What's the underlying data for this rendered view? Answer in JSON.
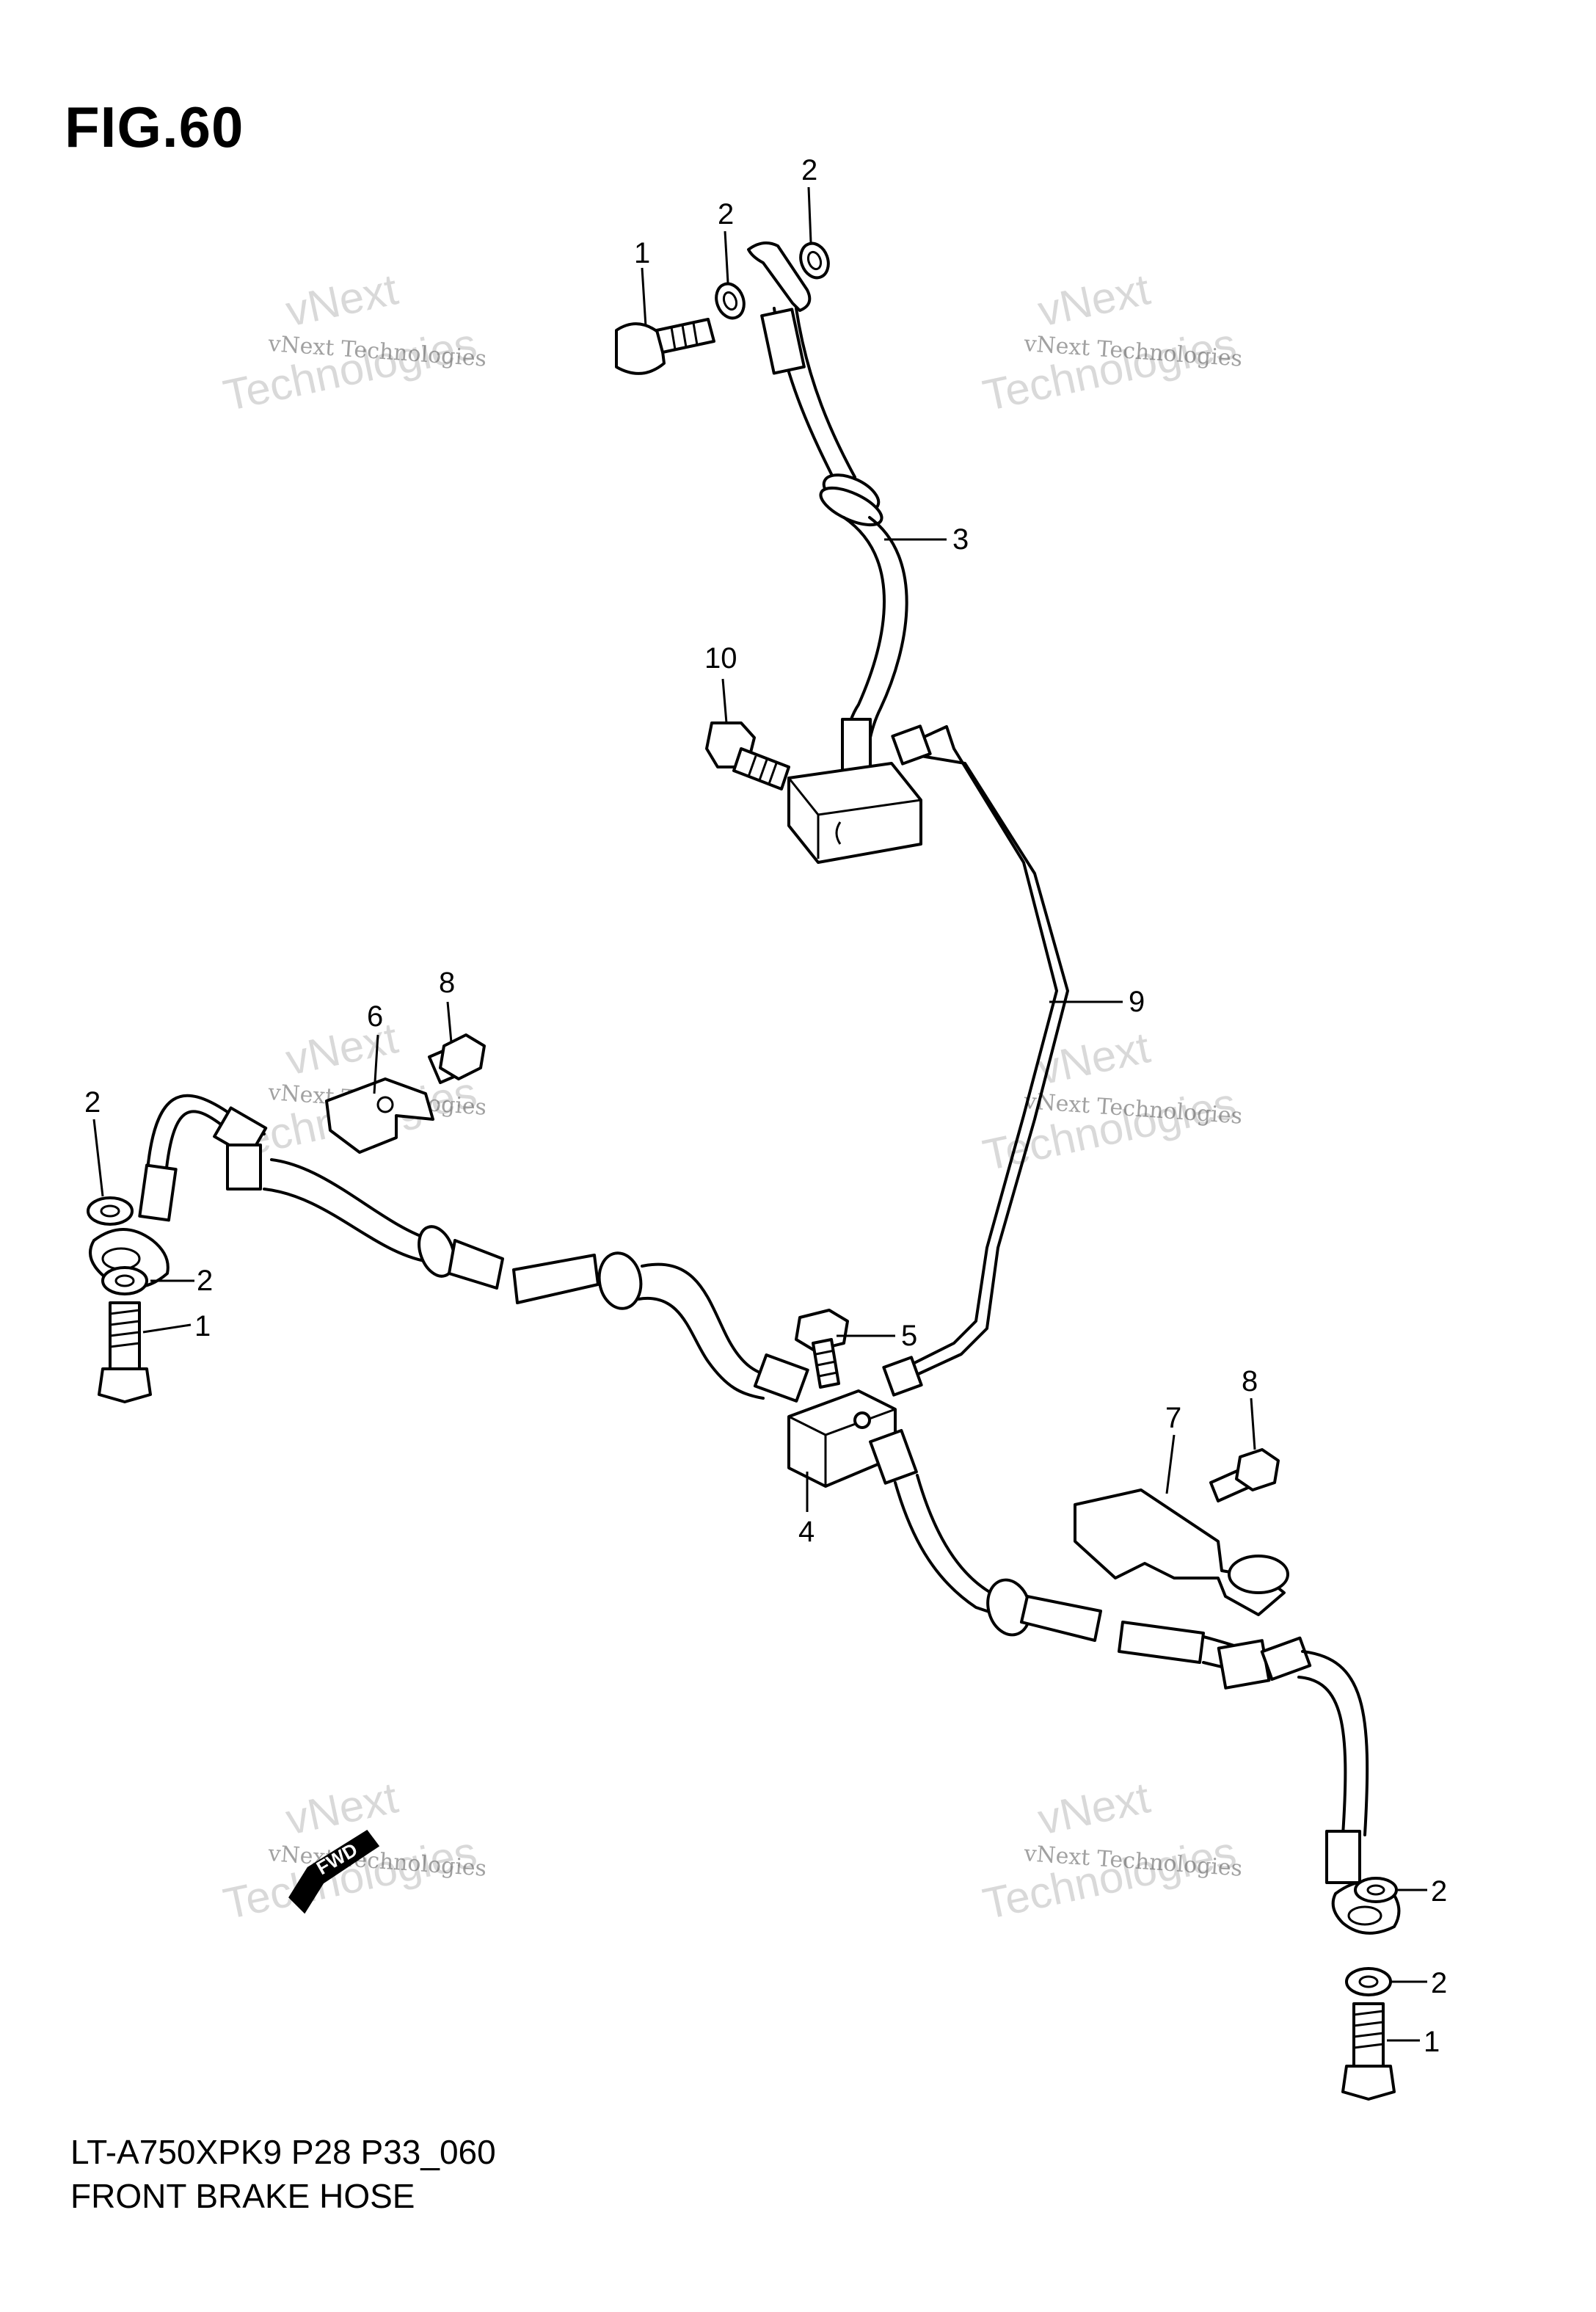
{
  "figure": {
    "title": "FIG.60"
  },
  "footer": {
    "model": "LT-A750XPK9 P28 P33_060",
    "caption": "FRONT BRAKE HOSE"
  },
  "callouts": [
    "1",
    "2",
    "2",
    "3",
    "10",
    "8",
    "6",
    "2",
    "2",
    "1",
    "9",
    "5",
    "4",
    "8",
    "7",
    "2",
    "2",
    "1"
  ],
  "watermark": {
    "small": "vNext Technologies",
    "big": "Technologies",
    "faint": "vNext"
  },
  "direction_badge": {
    "label": "FWD"
  }
}
